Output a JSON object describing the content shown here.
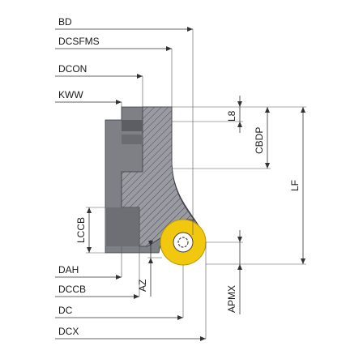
{
  "labels": {
    "bd": "BD",
    "dcsfms": "DCSFMS",
    "dcon": "DCON",
    "kww": "KWW",
    "dah": "DAH",
    "dccb": "DCCB",
    "dc": "DC",
    "dcx": "DCX",
    "l8": "L8",
    "cbdp": "CBDP",
    "lf": "LF",
    "lccb": "LCCB",
    "az": "AZ",
    "apmx": "APMX"
  },
  "colors": {
    "body": "#7f7f86",
    "body_dark": "#5d5d64",
    "hatch_bg": "#9a9aa2",
    "hatch_line": "#4a4a50",
    "insert": "#f2c80f",
    "insert_edge": "#b89400",
    "screw": "#ffffff"
  }
}
